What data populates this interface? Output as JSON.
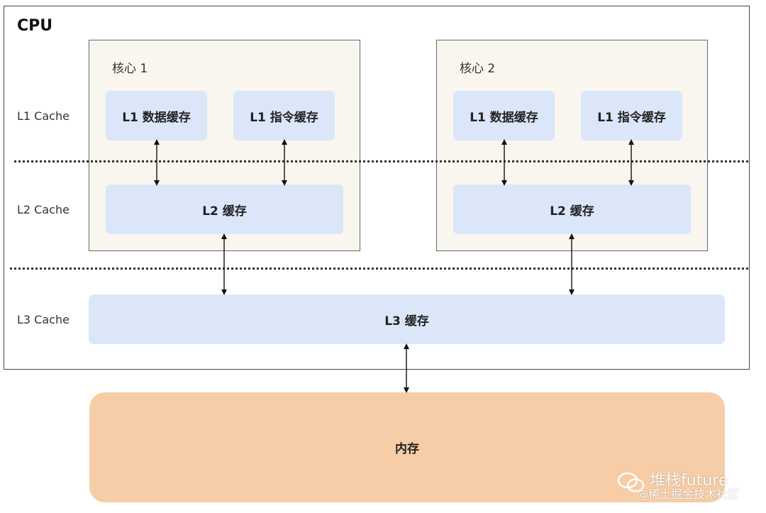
{
  "cpu": {
    "label": "CPU"
  },
  "levels": {
    "l1": "L1 Cache",
    "l2": "L2 Cache",
    "l3": "L3 Cache"
  },
  "cores": [
    {
      "title": "核心 1",
      "l1_data": "L1 数据缓存",
      "l1_instr": "L1 指令缓存",
      "l2": "L2 缓存"
    },
    {
      "title": "核心 2",
      "l1_data": "L1 数据缓存",
      "l1_instr": "L1 指令缓存",
      "l2": "L2 缓存"
    }
  ],
  "l3": "L3 缓存",
  "memory": "内存",
  "watermark": {
    "icon": "wechat-icon",
    "main": "堆栈future",
    "sub": "@稀土掘金技术社区"
  },
  "colors": {
    "core_bg": "#f8f6ee",
    "cache_box": "#dbe6f9",
    "memory": "#f6cda6"
  }
}
